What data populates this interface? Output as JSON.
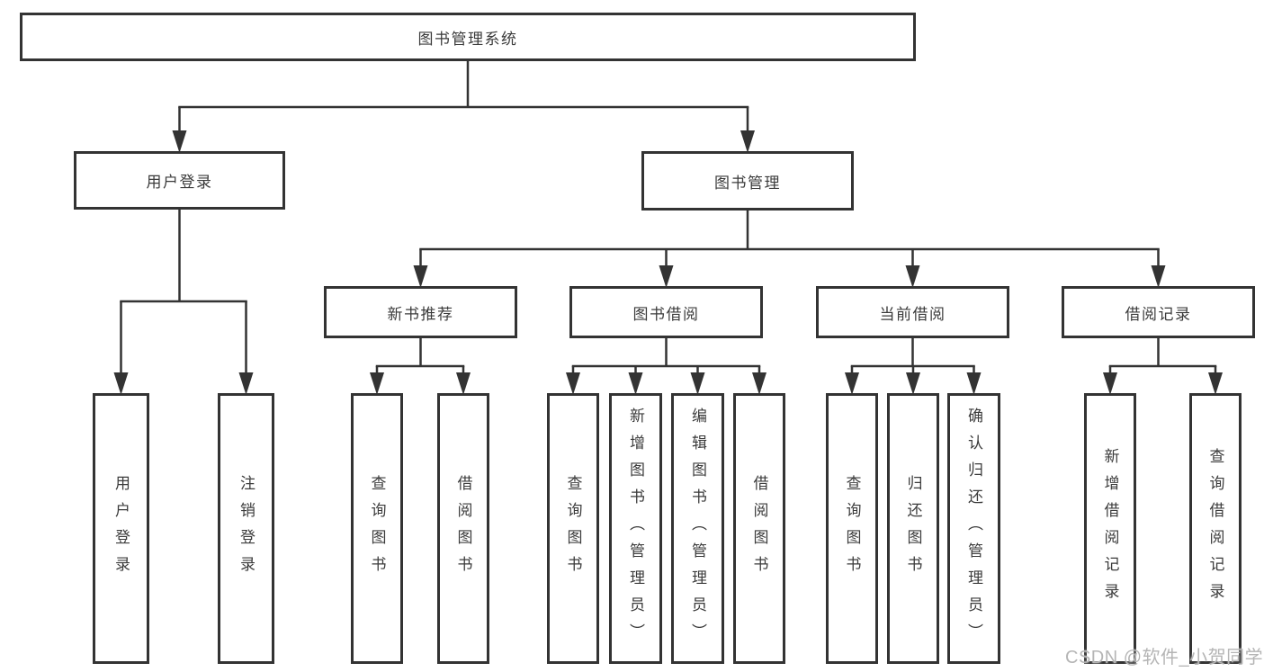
{
  "diagram": {
    "nodes": [
      {
        "id": "root",
        "label": "图书管理系统"
      },
      {
        "id": "user-login",
        "label": "用户登录"
      },
      {
        "id": "book-mgmt",
        "label": "图书管理"
      },
      {
        "id": "new-book-rec",
        "label": "新书推荐"
      },
      {
        "id": "book-borrow",
        "label": "图书借阅"
      },
      {
        "id": "current-borrow",
        "label": "当前借阅"
      },
      {
        "id": "borrow-records",
        "label": "借阅记录"
      },
      {
        "id": "leaf-user-login",
        "label": "用户登录"
      },
      {
        "id": "leaf-logout",
        "label": "注销登录"
      },
      {
        "id": "leaf-query-book-1",
        "label": "查询图书"
      },
      {
        "id": "leaf-borrow-book-1",
        "label": "借阅图书"
      },
      {
        "id": "leaf-query-book-2",
        "label": "查询图书"
      },
      {
        "id": "leaf-add-book",
        "label": "新增图书（管理员）"
      },
      {
        "id": "leaf-edit-book",
        "label": "编辑图书（管理员）"
      },
      {
        "id": "leaf-borrow-book-2",
        "label": "借阅图书"
      },
      {
        "id": "leaf-query-book-3",
        "label": "查询图书"
      },
      {
        "id": "leaf-return-book",
        "label": "归还图书"
      },
      {
        "id": "leaf-confirm-return",
        "label": "确认归还（管理员）"
      },
      {
        "id": "leaf-add-borrow-record",
        "label": "新增借阅记录"
      },
      {
        "id": "leaf-query-borrow-record",
        "label": "查询借阅记录"
      }
    ],
    "edges": [
      {
        "parent": "root",
        "children": [
          "user-login",
          "book-mgmt"
        ]
      },
      {
        "parent": "user-login",
        "children": [
          "leaf-user-login",
          "leaf-logout"
        ]
      },
      {
        "parent": "book-mgmt",
        "children": [
          "new-book-rec",
          "book-borrow",
          "current-borrow",
          "borrow-records"
        ]
      },
      {
        "parent": "new-book-rec",
        "children": [
          "leaf-query-book-1",
          "leaf-borrow-book-1"
        ]
      },
      {
        "parent": "book-borrow",
        "children": [
          "leaf-query-book-2",
          "leaf-add-book",
          "leaf-edit-book",
          "leaf-borrow-book-2"
        ]
      },
      {
        "parent": "current-borrow",
        "children": [
          "leaf-query-book-3",
          "leaf-return-book",
          "leaf-confirm-return"
        ]
      },
      {
        "parent": "borrow-records",
        "children": [
          "leaf-add-borrow-record",
          "leaf-query-borrow-record"
        ]
      }
    ]
  },
  "watermark": {
    "text": "CSDN @软件_小贺同学"
  },
  "colors": {
    "line": "#333333",
    "text": "#3b3b3b",
    "watermark": "#b5b5b5",
    "background": "#ffffff"
  }
}
